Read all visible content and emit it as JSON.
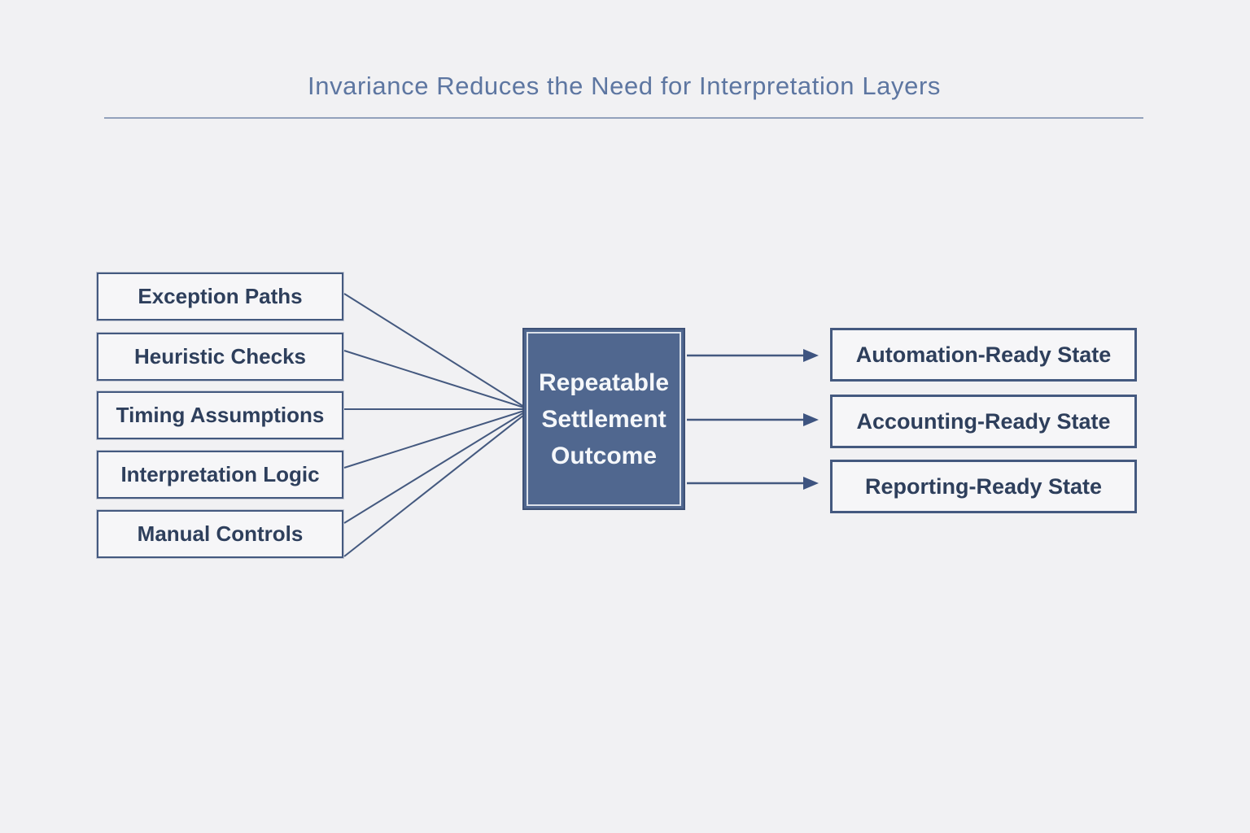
{
  "title": "Invariance Reduces the Need for Interpretation Layers",
  "inputs": [
    {
      "label": "Exception Paths"
    },
    {
      "label": "Heuristic Checks"
    },
    {
      "label": "Timing Assumptions"
    },
    {
      "label": "Interpretation Logic"
    },
    {
      "label": "Manual Controls"
    }
  ],
  "center": {
    "lines": [
      "Repeatable",
      "Settlement",
      "Outcome"
    ]
  },
  "outputs": [
    {
      "label": "Automation-Ready State"
    },
    {
      "label": "Accounting-Ready State"
    },
    {
      "label": "Reporting-Ready State"
    }
  ],
  "connections": {
    "inputs_to_center": [
      "Exception Paths",
      "Heuristic Checks",
      "Timing Assumptions",
      "Interpretation Logic",
      "Manual Controls"
    ],
    "center_to_outputs": [
      "Automation-Ready State",
      "Accounting-Ready State",
      "Reporting-Ready State"
    ]
  },
  "colors": {
    "background": "#f1f1f3",
    "box_fill": "#f6f6f8",
    "box_border": "#44597f",
    "box_text": "#2e3f5c",
    "center_fill": "#50678f",
    "center_border": "#3e5176",
    "center_text": "#f5f7fa",
    "connector": "#44597f",
    "title_text": "#5d76a1",
    "title_rule": "#93a1bb"
  }
}
